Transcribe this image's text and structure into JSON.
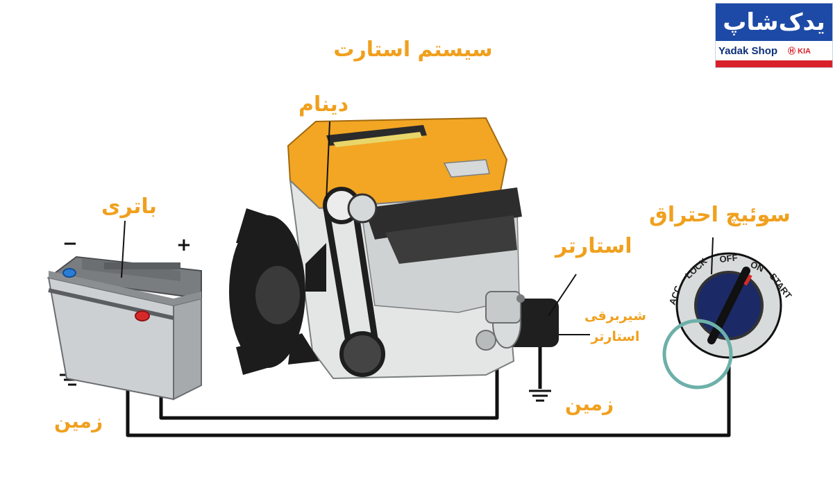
{
  "diagram": {
    "title": "سیستم استارت",
    "labels": {
      "dynamo": "دینام",
      "battery": "باتری",
      "starter": "استارتر",
      "solenoid_line1": "شیربرقی",
      "solenoid_line2": "استارتر",
      "ignition_switch": "سوئیچ احتراق",
      "ground_left": "زمین",
      "ground_right": "زمین"
    },
    "battery_terminals": {
      "minus": "−",
      "plus": "+"
    },
    "ignition_positions": [
      "ACC",
      "LOCK",
      "OFF",
      "ON",
      "START"
    ]
  },
  "logo": {
    "name_fa": "یدک‌شاپ",
    "name_en": "Yadak Shop",
    "brands": "Ⓗ KIA"
  },
  "colors": {
    "label": "#f0a01e",
    "logo_blue": "#1d4aa6",
    "logo_red": "#d8212a",
    "engine_cover": "#f2a624",
    "wire": "#111111"
  }
}
